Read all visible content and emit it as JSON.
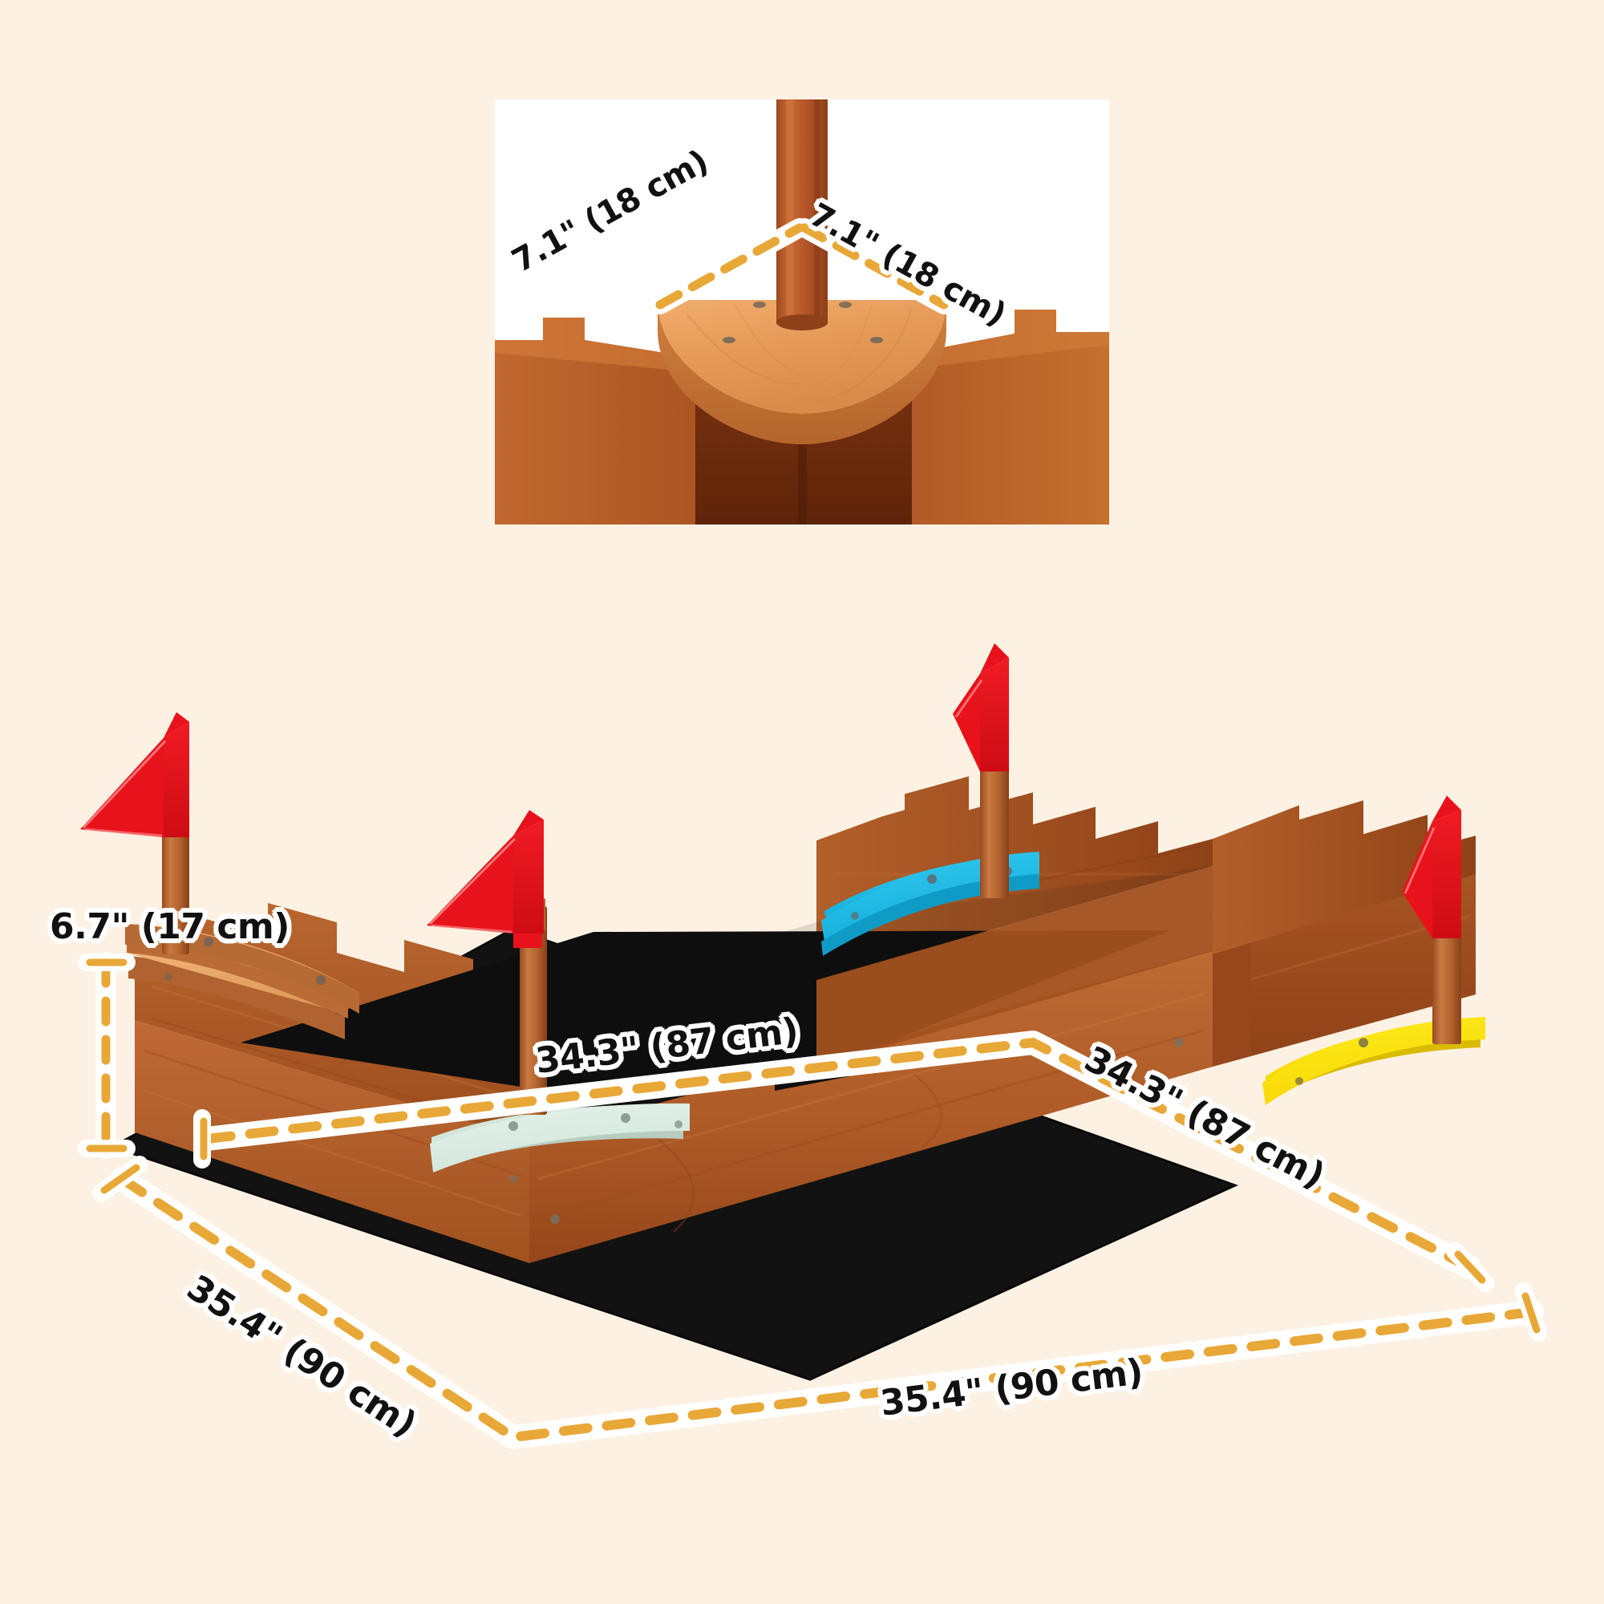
{
  "background_color": "#FDF1E3",
  "product": {
    "name": "wooden-castle-sandbox",
    "wood_color": "#B55B2C",
    "wood_light_color": "#E79A5C",
    "wood_dark_color": "#8B3E18",
    "liner_color": "#111111"
  },
  "inset": {
    "name": "corner-seat-detail",
    "panel_background": "#FFFFFF",
    "labels": [
      {
        "id": "left",
        "text": "7.1\" (18 cm)",
        "value_in": 7.1,
        "value_cm": 18
      },
      {
        "id": "right",
        "text": "7.1\" (18 cm)",
        "value_in": 7.1,
        "value_cm": 18
      }
    ]
  },
  "main_view": {
    "name": "sandbox-isometric-view",
    "labels": [
      {
        "id": "height",
        "text": "6.7\" (17 cm)",
        "value_in": 6.7,
        "value_cm": 17
      },
      {
        "id": "interior-left",
        "text": "34.3\" (87 cm)",
        "value_in": 34.3,
        "value_cm": 87
      },
      {
        "id": "interior-right",
        "text": "34.3\" (87 cm)",
        "value_in": 34.3,
        "value_cm": 87
      },
      {
        "id": "exterior-left",
        "text": "35.4\" (90 cm)",
        "value_in": 35.4,
        "value_cm": 90
      },
      {
        "id": "exterior-bottom",
        "text": "35.4\" (90 cm)",
        "value_in": 35.4,
        "value_cm": 90
      }
    ],
    "seats": [
      {
        "id": "seat-back-left",
        "color": "#E8A867",
        "name": "wood-corner-seat"
      },
      {
        "id": "seat-back-right",
        "color": "#20BCE4",
        "name": "blue-corner-seat"
      },
      {
        "id": "seat-front-right",
        "color": "#FFE400",
        "name": "yellow-corner-seat"
      },
      {
        "id": "seat-front-left",
        "color": "#DCEDE4",
        "name": "mint-corner-seat"
      }
    ],
    "flags": [
      {
        "id": "flag-back-left",
        "color": "#E8121B"
      },
      {
        "id": "flag-mid-left",
        "color": "#E8121B"
      },
      {
        "id": "flag-back-right",
        "color": "#E8121B"
      },
      {
        "id": "flag-front-right",
        "color": "#E8121B"
      }
    ]
  },
  "dimension_line": {
    "dash_color": "#E8A838",
    "halo_color": "#FFFFFF"
  }
}
